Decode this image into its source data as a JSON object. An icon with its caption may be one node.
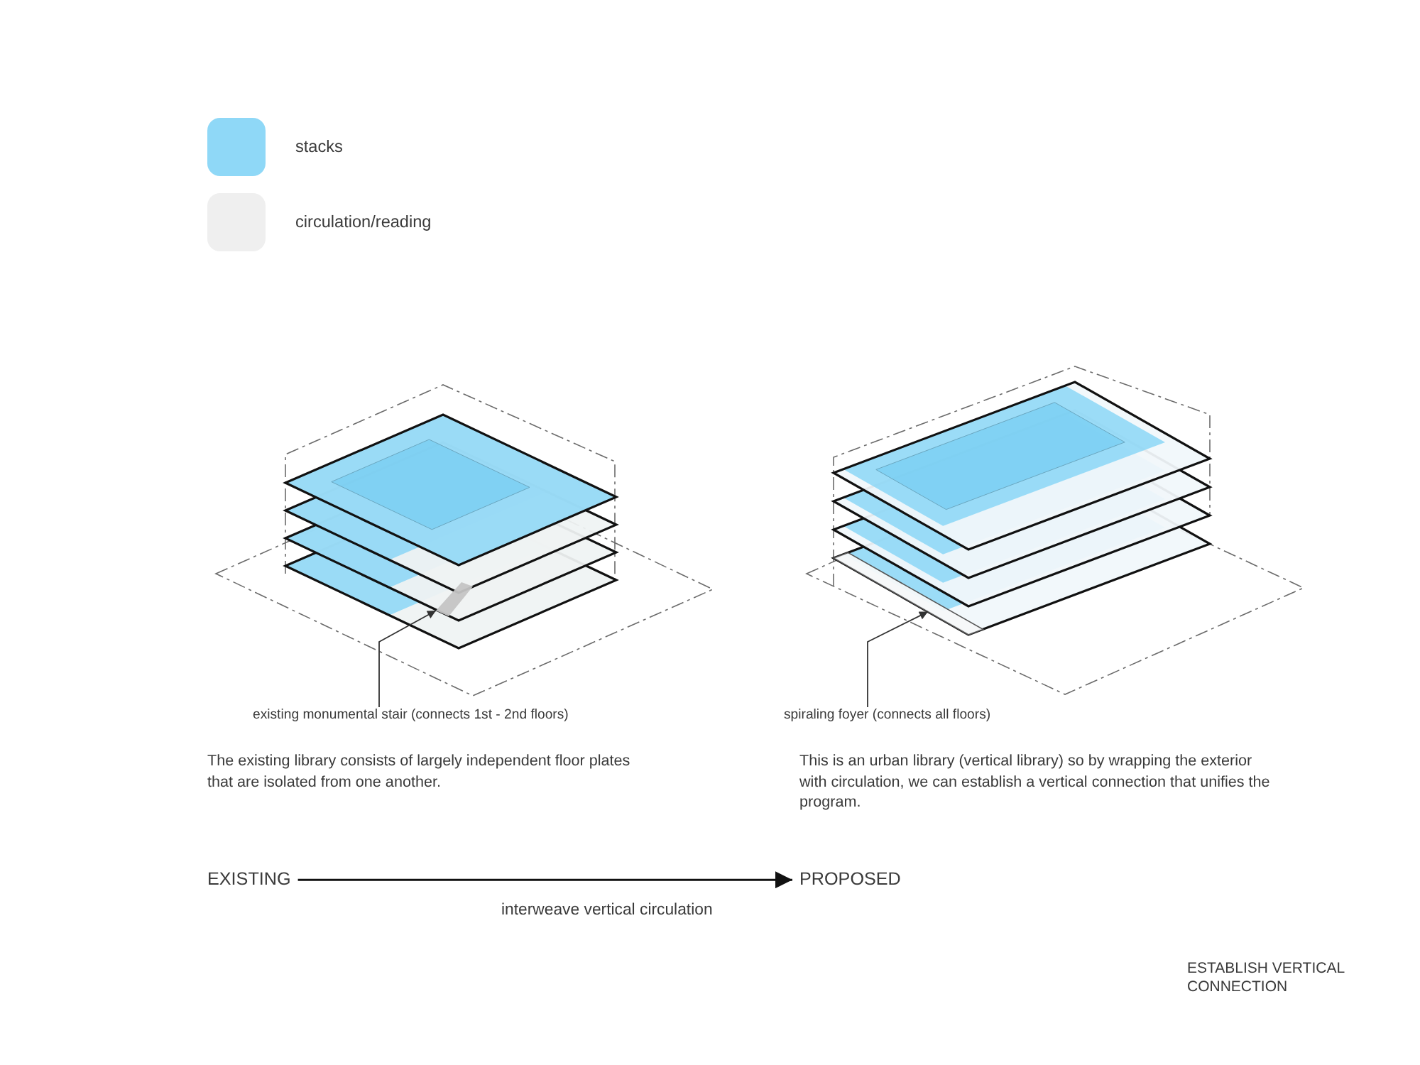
{
  "diagram": {
    "title": "ESTABLISH VERTICAL CONNECTION",
    "nodes": [
      {
        "text": [],
        "shape": "bar"
      },
      {
        "text": [
          "existing monumental stair (connects 1st - 2nd floors)"
        ]
      },
      {
        "text": [],
        "shape": "band"
      },
      {
        "text": [
          "spiraling foyer (connects all floors)"
        ]
      },
      {
        "text": [
          "EXISTING"
        ]
      },
      {
        "text": [
          "PROPOSED"
        ]
      }
    ],
    "edges": [
      {
        "from": 1,
        "to": 0,
        "arrow": "to"
      },
      {
        "from": 3,
        "to": 2,
        "arrow": "to"
      },
      {
        "from": 4,
        "to": 5,
        "arrow": "to",
        "label": "interweave vertical circulation"
      }
    ],
    "labels": [
      "The existing library consists of largely independent floor plates that are isolated from one another.",
      "This is an urban library (vertical library) so by wrapping the exterior with circulation, we can establish a vertical connection that unifies the program."
    ],
    "legend": [
      {
        "text": "stacks",
        "color": "#8fd8f7"
      },
      {
        "text": "circulation/reading",
        "color": "#efefef"
      }
    ]
  }
}
